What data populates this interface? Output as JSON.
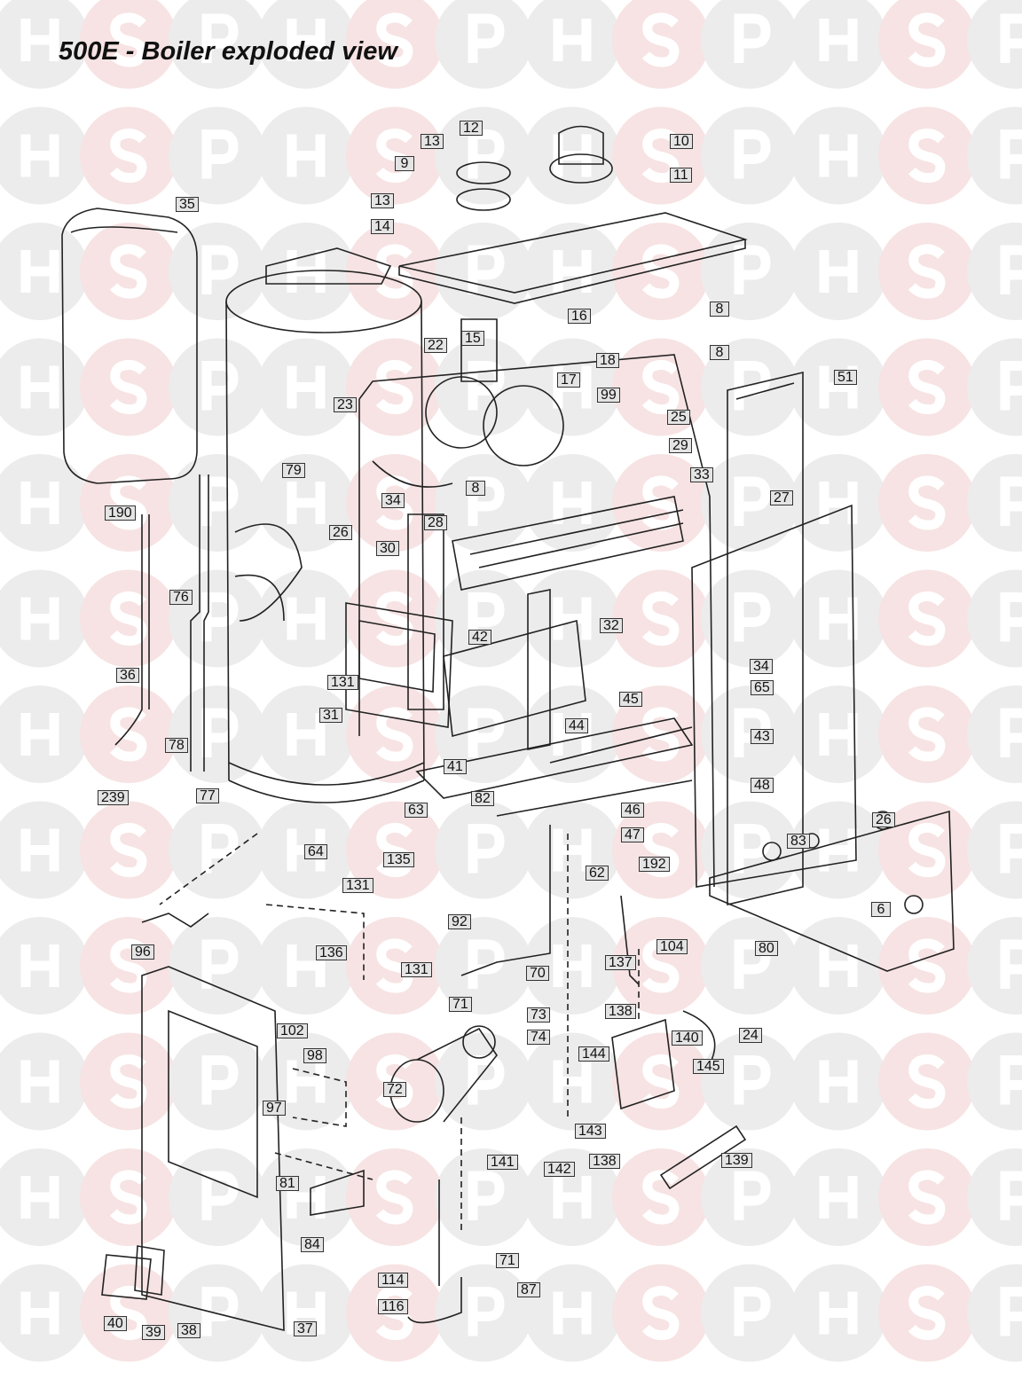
{
  "title": "500E - Boiler exploded view",
  "watermark": {
    "letters": [
      "H",
      "S",
      "P"
    ],
    "grey": "#ececec",
    "pink": "#f7e3e3"
  },
  "part_labels": [
    "12",
    "10",
    "13",
    "9",
    "11",
    "13",
    "35",
    "14",
    "16",
    "8",
    "15",
    "8",
    "18",
    "17",
    "22",
    "99",
    "51",
    "25",
    "23",
    "29",
    "79",
    "8",
    "33",
    "27",
    "190",
    "26",
    "34",
    "28",
    "30",
    "76",
    "32",
    "42",
    "34",
    "36",
    "131",
    "65",
    "31",
    "45",
    "44",
    "43",
    "78",
    "41",
    "48",
    "239",
    "77",
    "82",
    "63",
    "46",
    "26",
    "47",
    "83",
    "64",
    "135",
    "192",
    "131",
    "62",
    "6",
    "92",
    "104",
    "80",
    "136",
    "96",
    "131",
    "137",
    "70",
    "71",
    "138",
    "73",
    "102",
    "24",
    "74",
    "98",
    "144",
    "140",
    "145",
    "72",
    "97",
    "143",
    "141",
    "142",
    "138",
    "139",
    "81",
    "84",
    "71",
    "114",
    "87",
    "116",
    "40",
    "37",
    "39",
    "38"
  ]
}
